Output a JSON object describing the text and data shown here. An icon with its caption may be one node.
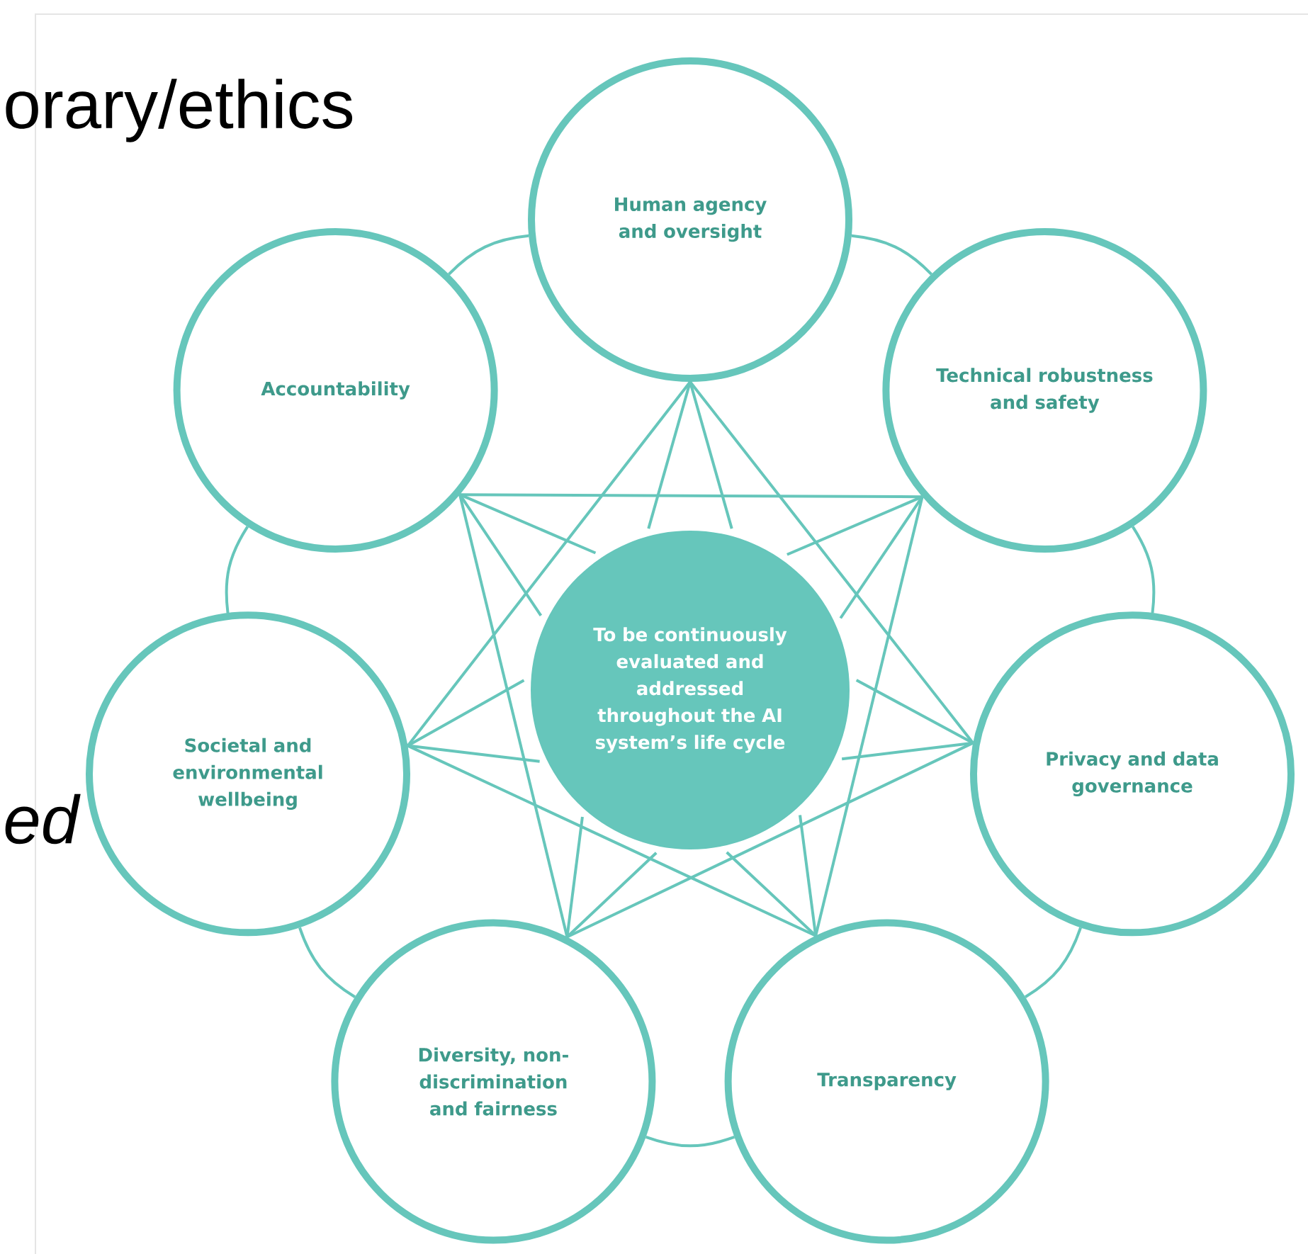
{
  "diagram": {
    "nodes": [
      {
        "text": [
          "Human agency and oversight"
        ]
      },
      {
        "text": [
          "Technical robustness and safety"
        ]
      },
      {
        "text": [
          "Privacy and data governance"
        ]
      },
      {
        "text": [
          "Transparency"
        ]
      },
      {
        "text": [
          "Diversity, non-discrimination and fairness"
        ]
      },
      {
        "text": [
          "Societal and environmental wellbeing"
        ]
      },
      {
        "text": [
          "Accountability"
        ]
      },
      {
        "text": [
          "To be continuously evaluated and addressed throughout the AI system’s life cycle"
        ]
      }
    ],
    "edges": [
      {
        "from": 0,
        "to": 1,
        "arrow": "none"
      },
      {
        "from": 1,
        "to": 2,
        "arrow": "none"
      },
      {
        "from": 2,
        "to": 3,
        "arrow": "none"
      },
      {
        "from": 3,
        "to": 4,
        "arrow": "none"
      },
      {
        "from": 4,
        "to": 5,
        "arrow": "none"
      },
      {
        "from": 5,
        "to": 6,
        "arrow": "none"
      },
      {
        "from": 6,
        "to": 0,
        "arrow": "none"
      },
      {
        "from": 0,
        "to": 2,
        "arrow": "none"
      },
      {
        "from": 0,
        "to": 5,
        "arrow": "none"
      },
      {
        "from": 1,
        "to": 3,
        "arrow": "none"
      },
      {
        "from": 1,
        "to": 6,
        "arrow": "none"
      },
      {
        "from": 2,
        "to": 4,
        "arrow": "none"
      },
      {
        "from": 3,
        "to": 5,
        "arrow": "none"
      },
      {
        "from": 4,
        "to": 6,
        "arrow": "none"
      },
      {
        "from": 0,
        "to": 7,
        "arrow": "none"
      },
      {
        "from": 0,
        "to": 7,
        "arrow": "none"
      },
      {
        "from": 1,
        "to": 7,
        "arrow": "none"
      },
      {
        "from": 1,
        "to": 7,
        "arrow": "none"
      },
      {
        "from": 2,
        "to": 7,
        "arrow": "none"
      },
      {
        "from": 2,
        "to": 7,
        "arrow": "none"
      },
      {
        "from": 3,
        "to": 7,
        "arrow": "none"
      },
      {
        "from": 3,
        "to": 7,
        "arrow": "none"
      },
      {
        "from": 4,
        "to": 7,
        "arrow": "none"
      },
      {
        "from": 4,
        "to": 7,
        "arrow": "none"
      },
      {
        "from": 5,
        "to": 7,
        "arrow": "none"
      },
      {
        "from": 5,
        "to": 7,
        "arrow": "none"
      },
      {
        "from": 6,
        "to": 7,
        "arrow": "none"
      },
      {
        "from": 6,
        "to": 7,
        "arrow": "none"
      }
    ],
    "labels": [
      "orary/ethics",
      "ed"
    ]
  }
}
